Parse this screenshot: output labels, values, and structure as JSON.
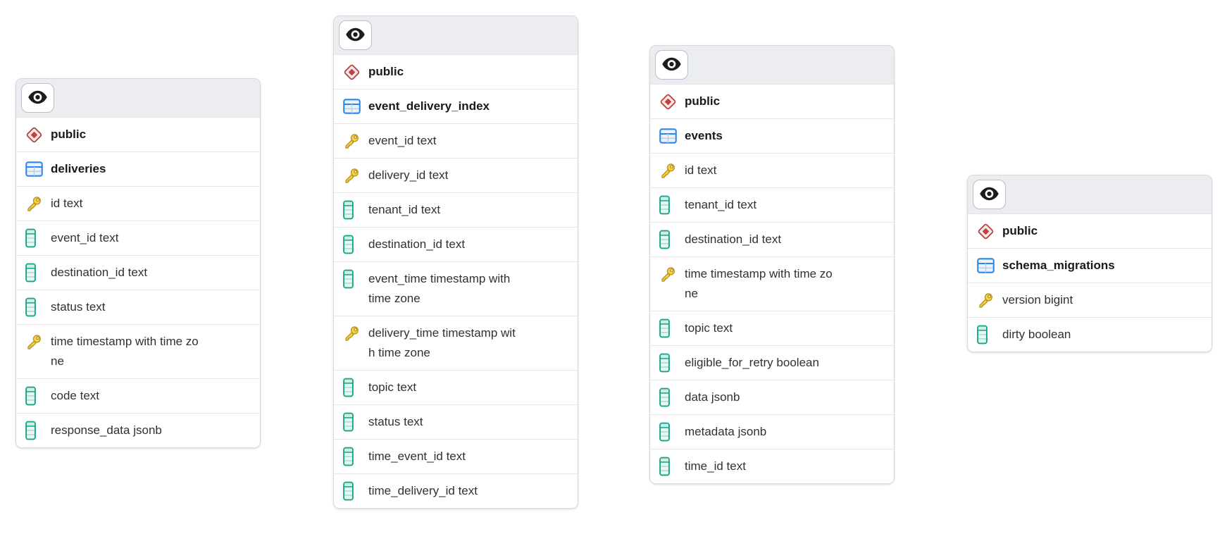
{
  "colors": {
    "header_bg": "#ebedf0",
    "card_border": "#d6d9dd",
    "row_divider": "#e3e5e8",
    "schema_icon_red": "#b5413f",
    "table_icon_blue": "#2e86e8",
    "primary_key_gold": "#f6d63e",
    "column_icon_teal": "#16a189",
    "eye_icon_black": "#1c1c1e"
  },
  "tables": [
    {
      "schema": "public",
      "name": "deliveries",
      "columns": [
        {
          "name": "id",
          "type": "text",
          "key": true
        },
        {
          "name": "event_id",
          "type": "text",
          "key": false
        },
        {
          "name": "destination_id",
          "type": "text",
          "key": false
        },
        {
          "name": "status",
          "type": "text",
          "key": false
        },
        {
          "name": "time",
          "type": "timestamp with time zone",
          "key": true
        },
        {
          "name": "code",
          "type": "text",
          "key": false
        },
        {
          "name": "response_data",
          "type": "jsonb",
          "key": false
        }
      ]
    },
    {
      "schema": "public",
      "name": "event_delivery_index",
      "columns": [
        {
          "name": "event_id",
          "type": "text",
          "key": true
        },
        {
          "name": "delivery_id",
          "type": "text",
          "key": true
        },
        {
          "name": "tenant_id",
          "type": "text",
          "key": false
        },
        {
          "name": "destination_id",
          "type": "text",
          "key": false
        },
        {
          "name": "event_time",
          "type": "timestamp with time zone",
          "key": false
        },
        {
          "name": "delivery_time",
          "type": "timestamp with time zone",
          "key": true
        },
        {
          "name": "topic",
          "type": "text",
          "key": false
        },
        {
          "name": "status",
          "type": "text",
          "key": false
        },
        {
          "name": "time_event_id",
          "type": "text",
          "key": false
        },
        {
          "name": "time_delivery_id",
          "type": "text",
          "key": false
        }
      ]
    },
    {
      "schema": "public",
      "name": "events",
      "columns": [
        {
          "name": "id",
          "type": "text",
          "key": true
        },
        {
          "name": "tenant_id",
          "type": "text",
          "key": false
        },
        {
          "name": "destination_id",
          "type": "text",
          "key": false
        },
        {
          "name": "time",
          "type": "timestamp with time zone",
          "key": true
        },
        {
          "name": "topic",
          "type": "text",
          "key": false
        },
        {
          "name": "eligible_for_retry",
          "type": "boolean",
          "key": false
        },
        {
          "name": "data",
          "type": "jsonb",
          "key": false
        },
        {
          "name": "metadata",
          "type": "jsonb",
          "key": false
        },
        {
          "name": "time_id",
          "type": "text",
          "key": false
        }
      ]
    },
    {
      "schema": "public",
      "name": "schema_migrations",
      "columns": [
        {
          "name": "version",
          "type": "bigint",
          "key": true
        },
        {
          "name": "dirty",
          "type": "boolean",
          "key": false
        }
      ]
    }
  ]
}
